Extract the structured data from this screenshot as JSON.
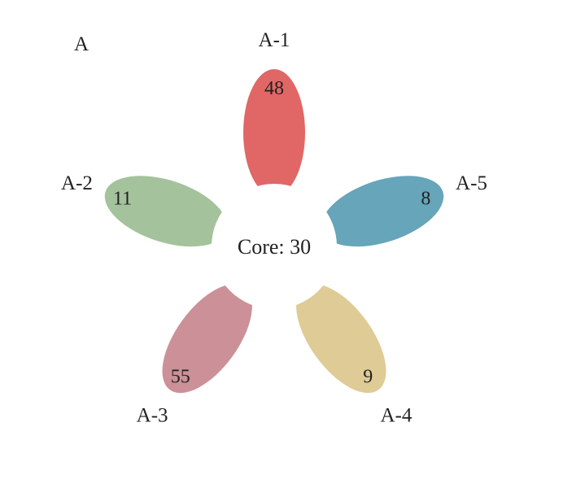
{
  "panel_label": "A",
  "chart_data": {
    "type": "flower",
    "core": {
      "label": "Core",
      "value": 30,
      "text": "Core: 30"
    },
    "petals": [
      {
        "name": "A-1",
        "value": 48,
        "color": "#e06766"
      },
      {
        "name": "A-2",
        "value": 11,
        "color": "#a4c29c"
      },
      {
        "name": "A-3",
        "value": 55,
        "color": "#cc9198"
      },
      {
        "name": "A-4",
        "value": 9,
        "color": "#dfcb96"
      },
      {
        "name": "A-5",
        "value": 8,
        "color": "#66a5ba"
      }
    ],
    "legend": "none",
    "grid": false
  }
}
